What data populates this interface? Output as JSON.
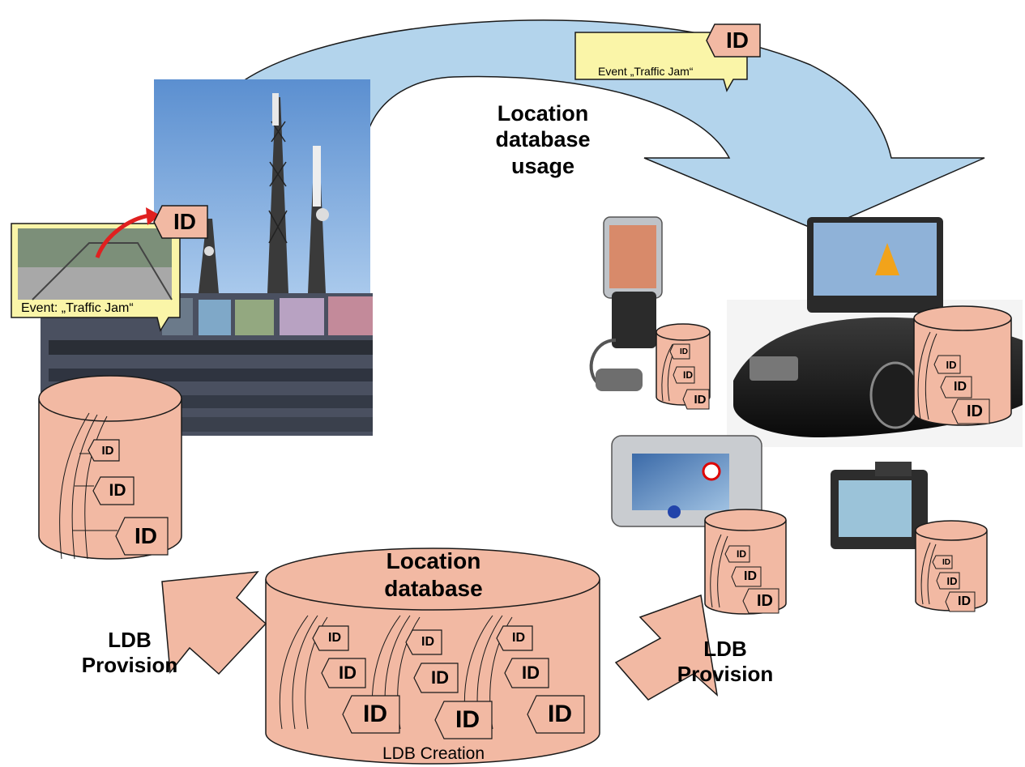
{
  "labels": {
    "usage": [
      "Location",
      "database",
      "usage"
    ],
    "central_db": [
      "Location",
      "database"
    ],
    "creation": "LDB Creation",
    "provision_left": [
      "LDB",
      "Provision"
    ],
    "provision_right": [
      "LDB",
      "Provision"
    ]
  },
  "notes": {
    "top": "Event „Traffic Jam“",
    "left": "Event: „Traffic Jam“"
  },
  "id_text": "ID",
  "colors": {
    "arrow_fill": "#b3d4ec",
    "db_fill": "#f2b9a3",
    "note_fill": "#faf5a8",
    "tag_fill": "#f2b9a3",
    "red_arrow": "#e02020"
  }
}
